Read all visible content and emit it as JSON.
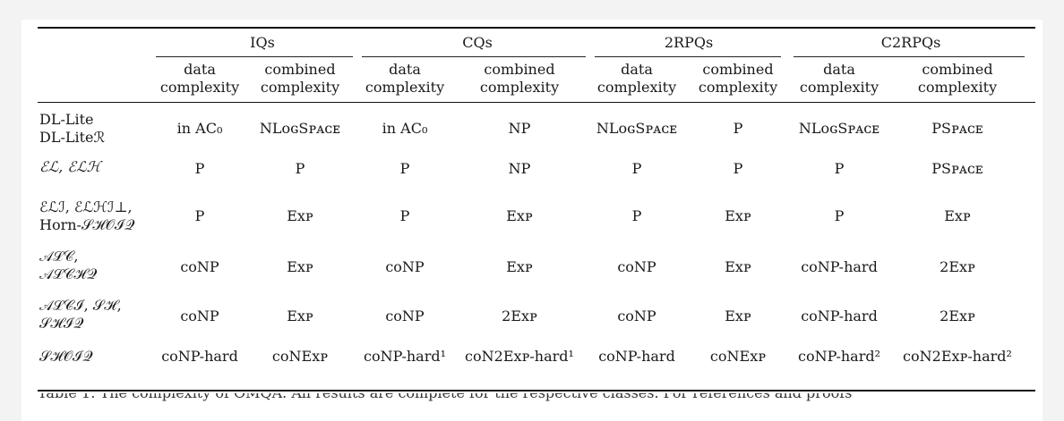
{
  "table": {
    "groups": [
      "IQs",
      "CQs",
      "2RPQs",
      "C2RPQs"
    ],
    "subheaders": [
      [
        "data",
        "complexity"
      ],
      [
        "combined",
        "complexity"
      ],
      [
        "data",
        "complexity"
      ],
      [
        "combined",
        "complexity"
      ],
      [
        "data",
        "complexity"
      ],
      [
        "combined",
        "complexity"
      ],
      [
        "data",
        "complexity"
      ],
      [
        "combined",
        "complexity"
      ]
    ],
    "rows": [
      {
        "label": [
          "DL-Lite",
          "DL-Liteℛ"
        ],
        "cells": [
          "in AC₀",
          "NLᴏɢSᴘᴀᴄᴇ",
          "in AC₀",
          "NP",
          "NLᴏɢSᴘᴀᴄᴇ",
          "P",
          "NLᴏɢSᴘᴀᴄᴇ",
          "PSᴘᴀᴄᴇ"
        ]
      },
      {
        "label": [
          "ℰℒ, ℰℒℋ"
        ],
        "cells": [
          "P",
          "P",
          "P",
          "NP",
          "P",
          "P",
          "P",
          "PSᴘᴀᴄᴇ"
        ]
      },
      {
        "label": [
          "ℰℒℐ, ℰℒℋℐ⊥,",
          "Horn-𝒮ℋ𝒪ℐ𝒬"
        ],
        "cells": [
          "P",
          "Exᴘ",
          "P",
          "Exᴘ",
          "P",
          "Exᴘ",
          "P",
          "Exᴘ"
        ]
      },
      {
        "label": [
          "𝒜ℒ𝒞,",
          "𝒜ℒ𝒞ℋ𝒬"
        ],
        "cells": [
          "coNP",
          "Exᴘ",
          "coNP",
          "Exᴘ",
          "coNP",
          "Exᴘ",
          "coNP-hard",
          "2Exᴘ"
        ]
      },
      {
        "label": [
          "𝒜ℒ𝒞ℐ, 𝒮ℋ,",
          "𝒮ℋℐ𝒬"
        ],
        "cells": [
          "coNP",
          "Exᴘ",
          "coNP",
          "2Exᴘ",
          "coNP",
          "Exᴘ",
          "coNP-hard",
          "2Exᴘ"
        ]
      },
      {
        "label": [
          "𝒮ℋ𝒪ℐ𝒬"
        ],
        "cells": [
          "coNP-hard",
          "coNExᴘ",
          "coNP-hard¹",
          "coN2Exᴘ-hard¹",
          "coNP-hard",
          "coNExᴘ",
          "coNP-hard²",
          "coN2Exᴘ-hard²"
        ]
      }
    ]
  },
  "caption_fragment": "Table 1: The complexity of OMQA. All results are complete for the respective classes. For references and proofs"
}
